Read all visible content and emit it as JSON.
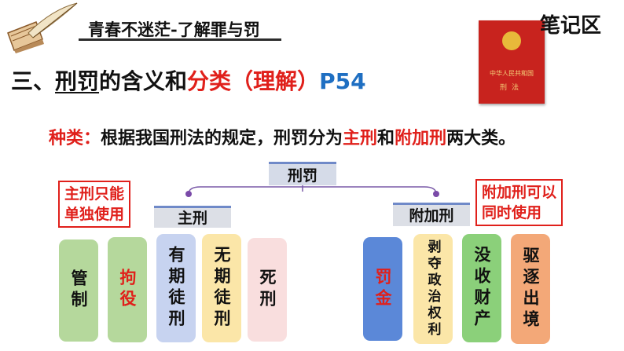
{
  "header": {
    "title": "青春不迷茫-了解罪与罚",
    "note_label": "笔记区",
    "law_book": {
      "line1": "中华人民共和国",
      "line2": "刑法"
    }
  },
  "section": {
    "prefix": "三、",
    "word1": "刑罚",
    "word2": "的含义和",
    "word3": "分类",
    "word4": "（理解）",
    "page": "P54"
  },
  "types": {
    "label": "种类：",
    "text1": "根据我国刑法的规定，刑罚分为",
    "main": "主刑",
    "and": "和",
    "additional": "附加刑",
    "text2": "两大类。"
  },
  "tree": {
    "root": "刑罚",
    "main_branch": "主刑",
    "additional_branch": "附加刑",
    "main_note": "主刑只能单独使用",
    "additional_note": "附加刑可以同时使用"
  },
  "main_penalties": [
    {
      "label": "管制",
      "color": "#b5d89c",
      "highlight": false
    },
    {
      "label": "拘役",
      "color": "#b5d89c",
      "highlight": true
    },
    {
      "label": "有期徒刑",
      "color": "#c7d3f0",
      "highlight": false
    },
    {
      "label": "无期徒刑",
      "color": "#fbe6a8",
      "highlight": false
    },
    {
      "label": "死刑",
      "color": "#f9dede",
      "highlight": false
    }
  ],
  "additional_penalties": [
    {
      "label": "罚金",
      "color": "#5b88d8",
      "highlight": true
    },
    {
      "label": "剥夺政治权利",
      "color": "#fbe6a8",
      "highlight": false
    },
    {
      "label": "没收财产",
      "color": "#8bd07a",
      "highlight": false
    },
    {
      "label": "驱逐出境",
      "color": "#f3a878",
      "highlight": false
    }
  ]
}
